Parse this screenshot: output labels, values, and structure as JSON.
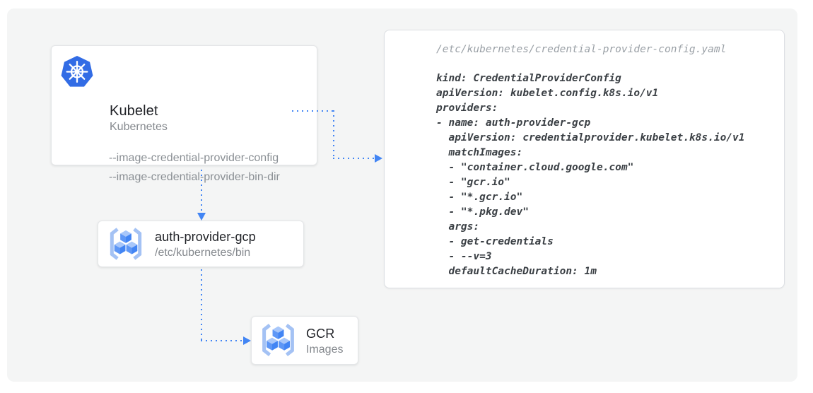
{
  "colors": {
    "panel_bg": "#f4f5f5",
    "connector_blue": "#4285f4",
    "k8s_blue": "#326ce5",
    "gcr_bracket_blue": "#a4c2f4",
    "gcr_cube_top": "#a8c7fa",
    "gcr_cube_left": "#5e97f6",
    "gcr_cube_right": "#4285f4",
    "title_text": "#212328",
    "muted_text": "#85898e"
  },
  "nodes": {
    "kubelet": {
      "icon": "kubernetes-helm-icon",
      "title": "Kubelet",
      "subtitle": "Kubernetes",
      "flags": [
        "--image-credential-provider-config",
        "--image-credential-provider-bin-dir"
      ]
    },
    "auth_provider": {
      "icon": "container-registry-icon",
      "title": "auth-provider-gcp",
      "subtitle": "/etc/kubernetes/bin"
    },
    "gcr": {
      "icon": "container-registry-icon",
      "title": "GCR",
      "subtitle": "Images"
    }
  },
  "code_panel": {
    "path": "/etc/kubernetes/credential-provider-config.yaml",
    "code_lines": [
      "kind: CredentialProviderConfig",
      "apiVersion: kubelet.config.k8s.io/v1",
      "providers:",
      "- name: auth-provider-gcp",
      "  apiVersion: credentialprovider.kubelet.k8s.io/v1",
      "  matchImages:",
      "  - \"container.cloud.google.com\"",
      "  - \"gcr.io\"",
      "  - \"*.gcr.io\"",
      "  - \"*.pkg.dev\"",
      "  args:",
      "  - get-credentials",
      "  - --v=3",
      "  defaultCacheDuration: 1m"
    ]
  }
}
